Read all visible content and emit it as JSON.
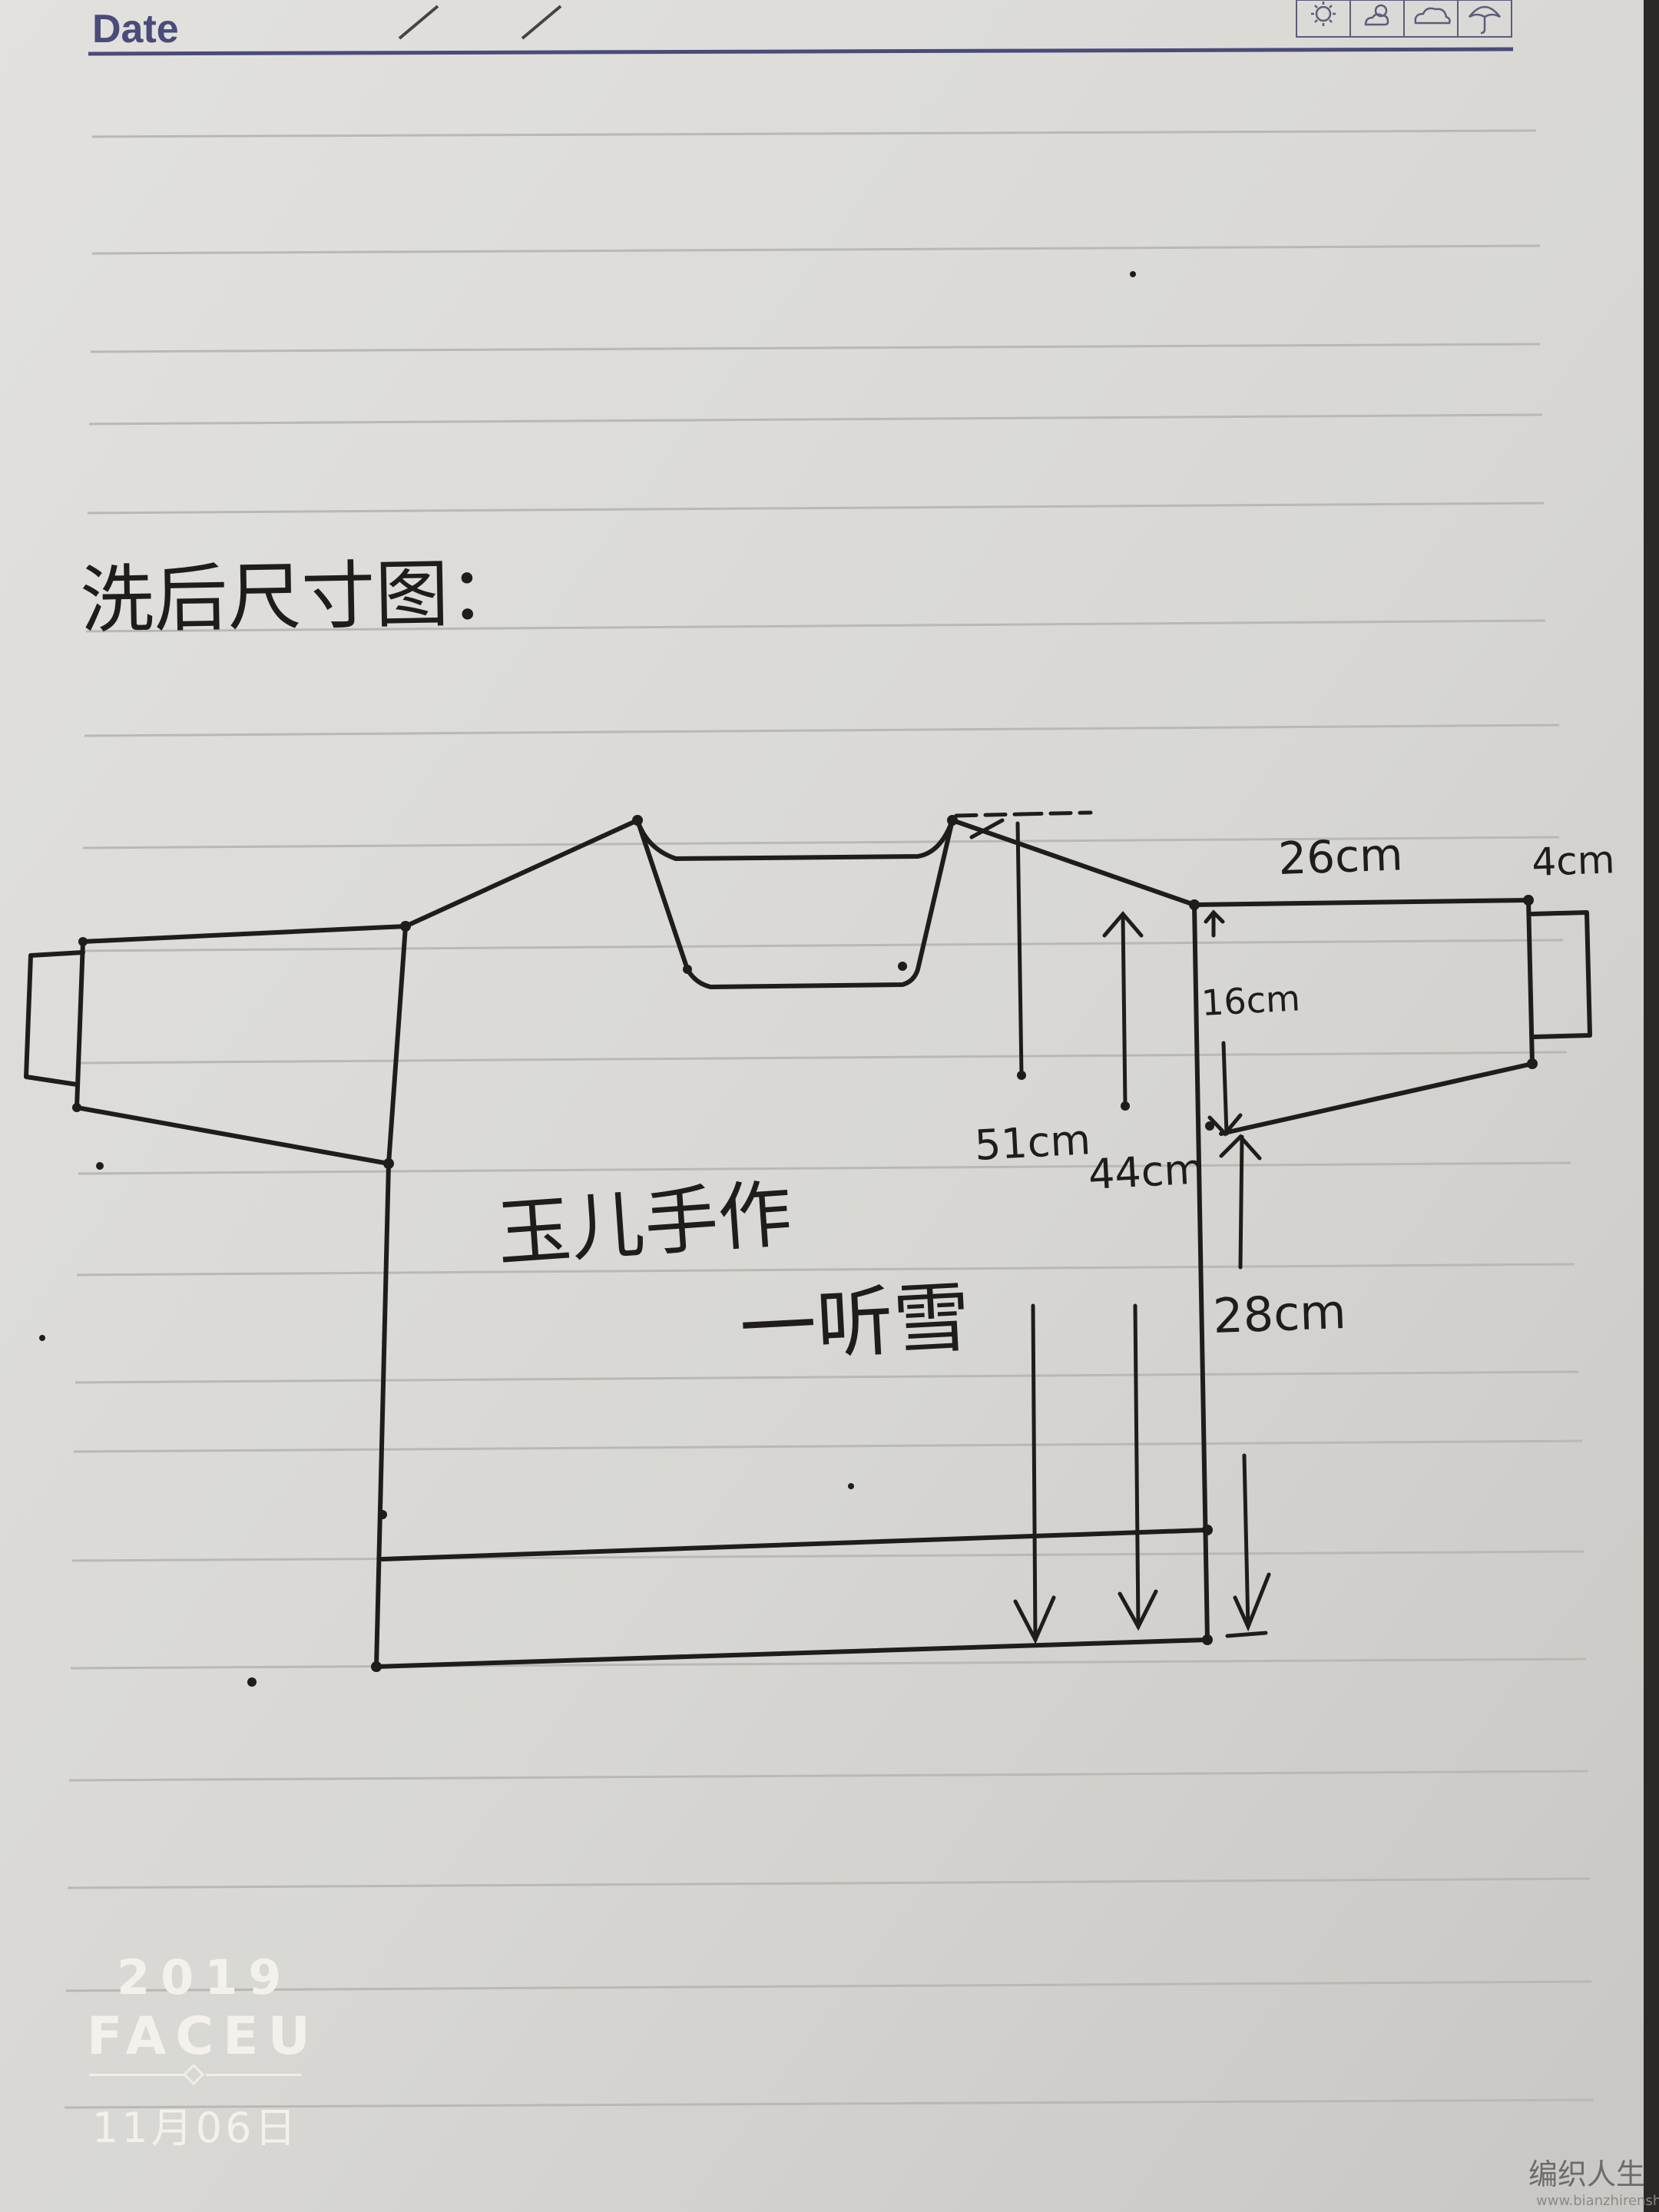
{
  "header": {
    "date_label": "Date",
    "weather_icons": [
      "sun-icon",
      "cloud-sun-icon",
      "cloud-icon",
      "umbrella-icon"
    ]
  },
  "title": "洗后尺寸图：",
  "diagram": {
    "measurements": {
      "sleeve_length": "26cm",
      "cuff_length": "4cm",
      "armhole_depth": "16cm",
      "total_length": "51cm",
      "body_length": "44cm",
      "side_length": "28cm"
    },
    "author_line": "玉儿手作",
    "pattern_name": "一听雪"
  },
  "watermark": {
    "year": "2019",
    "brand": "FACEU",
    "date": "11月06日"
  },
  "site": {
    "logo": "编织人生",
    "url": "www.bianzhirensheng.com"
  },
  "colors": {
    "paper": "#d9d8d5",
    "ink": "#1f1c1a",
    "rule_line": "#b9b8b5",
    "header_text": "#4a4b7a"
  }
}
